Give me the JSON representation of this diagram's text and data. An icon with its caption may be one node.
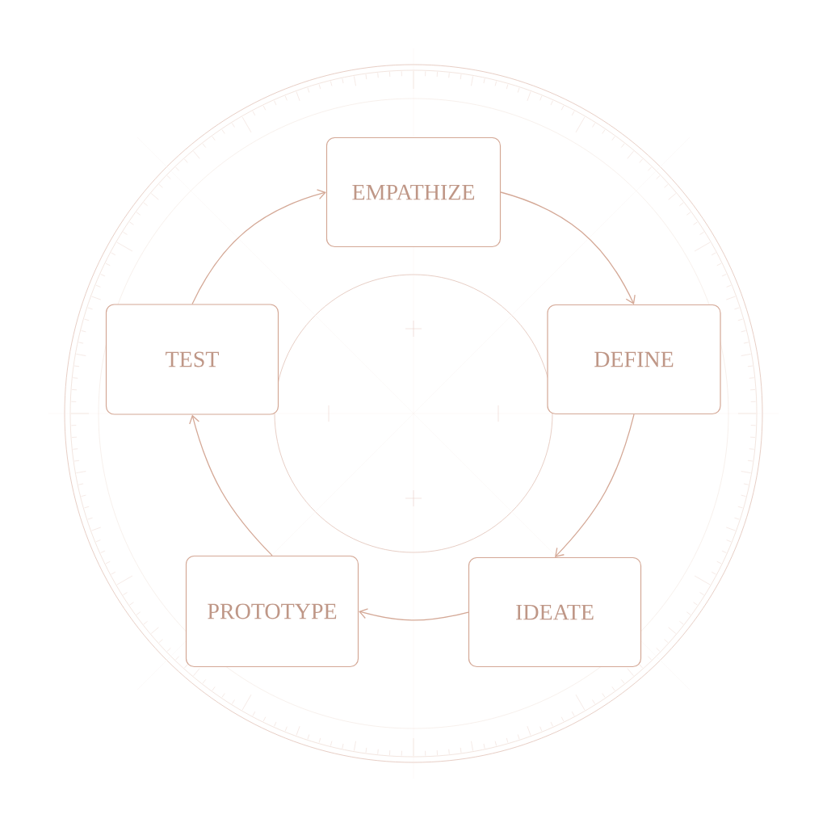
{
  "diagram": {
    "nodes": [
      {
        "text": [
          "EMPATHIZE"
        ]
      },
      {
        "text": [
          "DEFINE"
        ]
      },
      {
        "text": [
          "IDEATE"
        ]
      },
      {
        "text": [
          "PROTOTYPE"
        ]
      },
      {
        "text": [
          "TEST"
        ]
      }
    ],
    "edges": [
      {
        "from": 0,
        "to": 1,
        "arrow": "to"
      },
      {
        "from": 1,
        "to": 2,
        "arrow": "to"
      },
      {
        "from": 2,
        "to": 3,
        "arrow": "to"
      },
      {
        "from": 3,
        "to": 4,
        "arrow": "to"
      },
      {
        "from": 4,
        "to": 0,
        "arrow": "to"
      }
    ]
  }
}
